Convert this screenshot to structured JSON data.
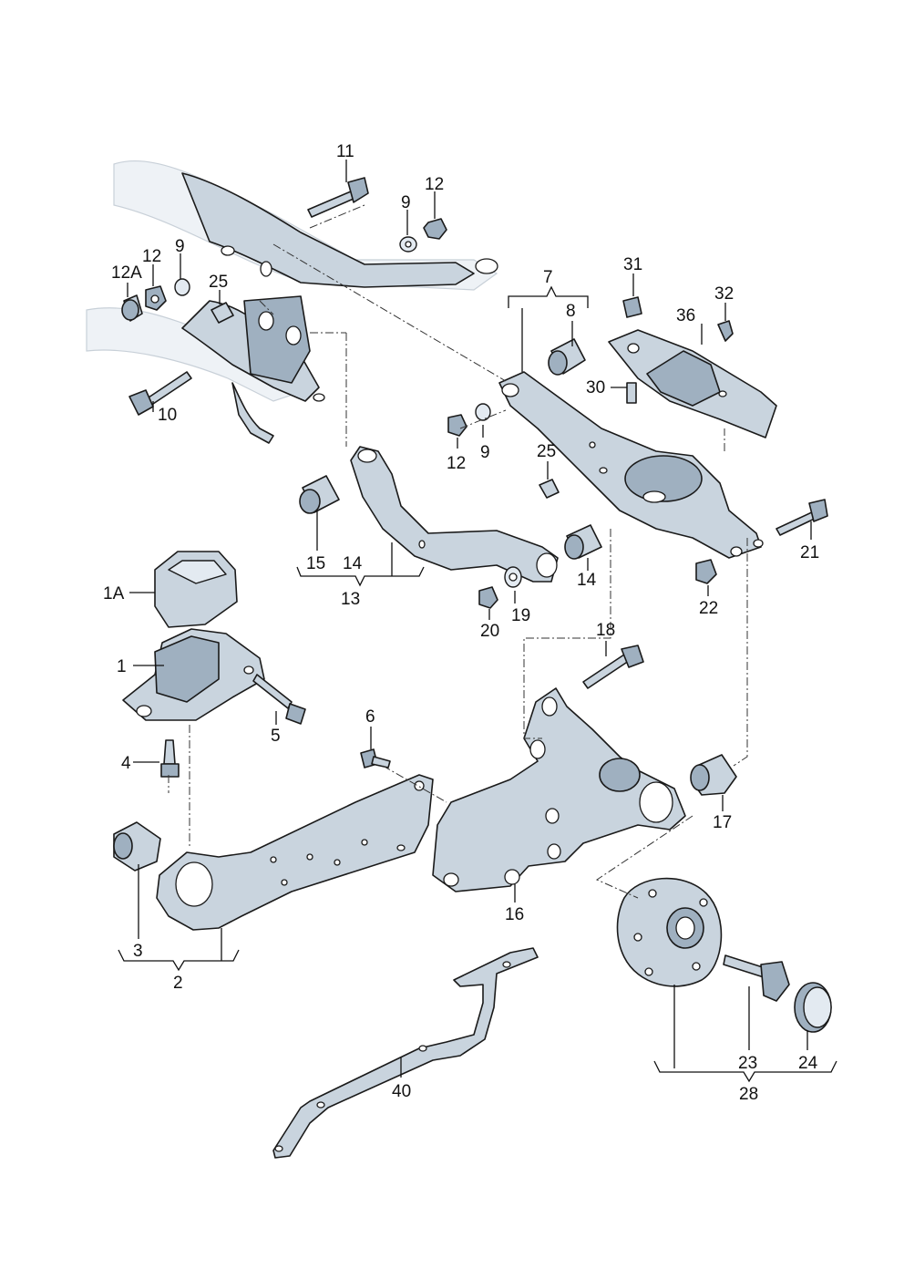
{
  "labels": [
    {
      "id": "11",
      "text": "11"
    },
    {
      "id": "9a",
      "text": "9"
    },
    {
      "id": "12a",
      "text": "12"
    },
    {
      "id": "12b",
      "text": "12"
    },
    {
      "id": "9b",
      "text": "9"
    },
    {
      "id": "12A",
      "text": "12A"
    },
    {
      "id": "25a",
      "text": "25"
    },
    {
      "id": "10",
      "text": "10"
    },
    {
      "id": "7",
      "text": "7"
    },
    {
      "id": "8",
      "text": "8"
    },
    {
      "id": "31",
      "text": "31"
    },
    {
      "id": "32",
      "text": "32"
    },
    {
      "id": "36",
      "text": "36"
    },
    {
      "id": "30",
      "text": "30"
    },
    {
      "id": "12c",
      "text": "12"
    },
    {
      "id": "9c",
      "text": "9"
    },
    {
      "id": "25b",
      "text": "25"
    },
    {
      "id": "21",
      "text": "21"
    },
    {
      "id": "15",
      "text": "15"
    },
    {
      "id": "14a",
      "text": "14"
    },
    {
      "id": "14b",
      "text": "14"
    },
    {
      "id": "13",
      "text": "13"
    },
    {
      "id": "20",
      "text": "20"
    },
    {
      "id": "19",
      "text": "19"
    },
    {
      "id": "22",
      "text": "22"
    },
    {
      "id": "1A",
      "text": "1A"
    },
    {
      "id": "1",
      "text": "1"
    },
    {
      "id": "18",
      "text": "18"
    },
    {
      "id": "5",
      "text": "5"
    },
    {
      "id": "6",
      "text": "6"
    },
    {
      "id": "4",
      "text": "4"
    },
    {
      "id": "17",
      "text": "17"
    },
    {
      "id": "3",
      "text": "3"
    },
    {
      "id": "16",
      "text": "16"
    },
    {
      "id": "2",
      "text": "2"
    },
    {
      "id": "23",
      "text": "23"
    },
    {
      "id": "24",
      "text": "24"
    },
    {
      "id": "40",
      "text": "40"
    },
    {
      "id": "28",
      "text": "28"
    }
  ]
}
